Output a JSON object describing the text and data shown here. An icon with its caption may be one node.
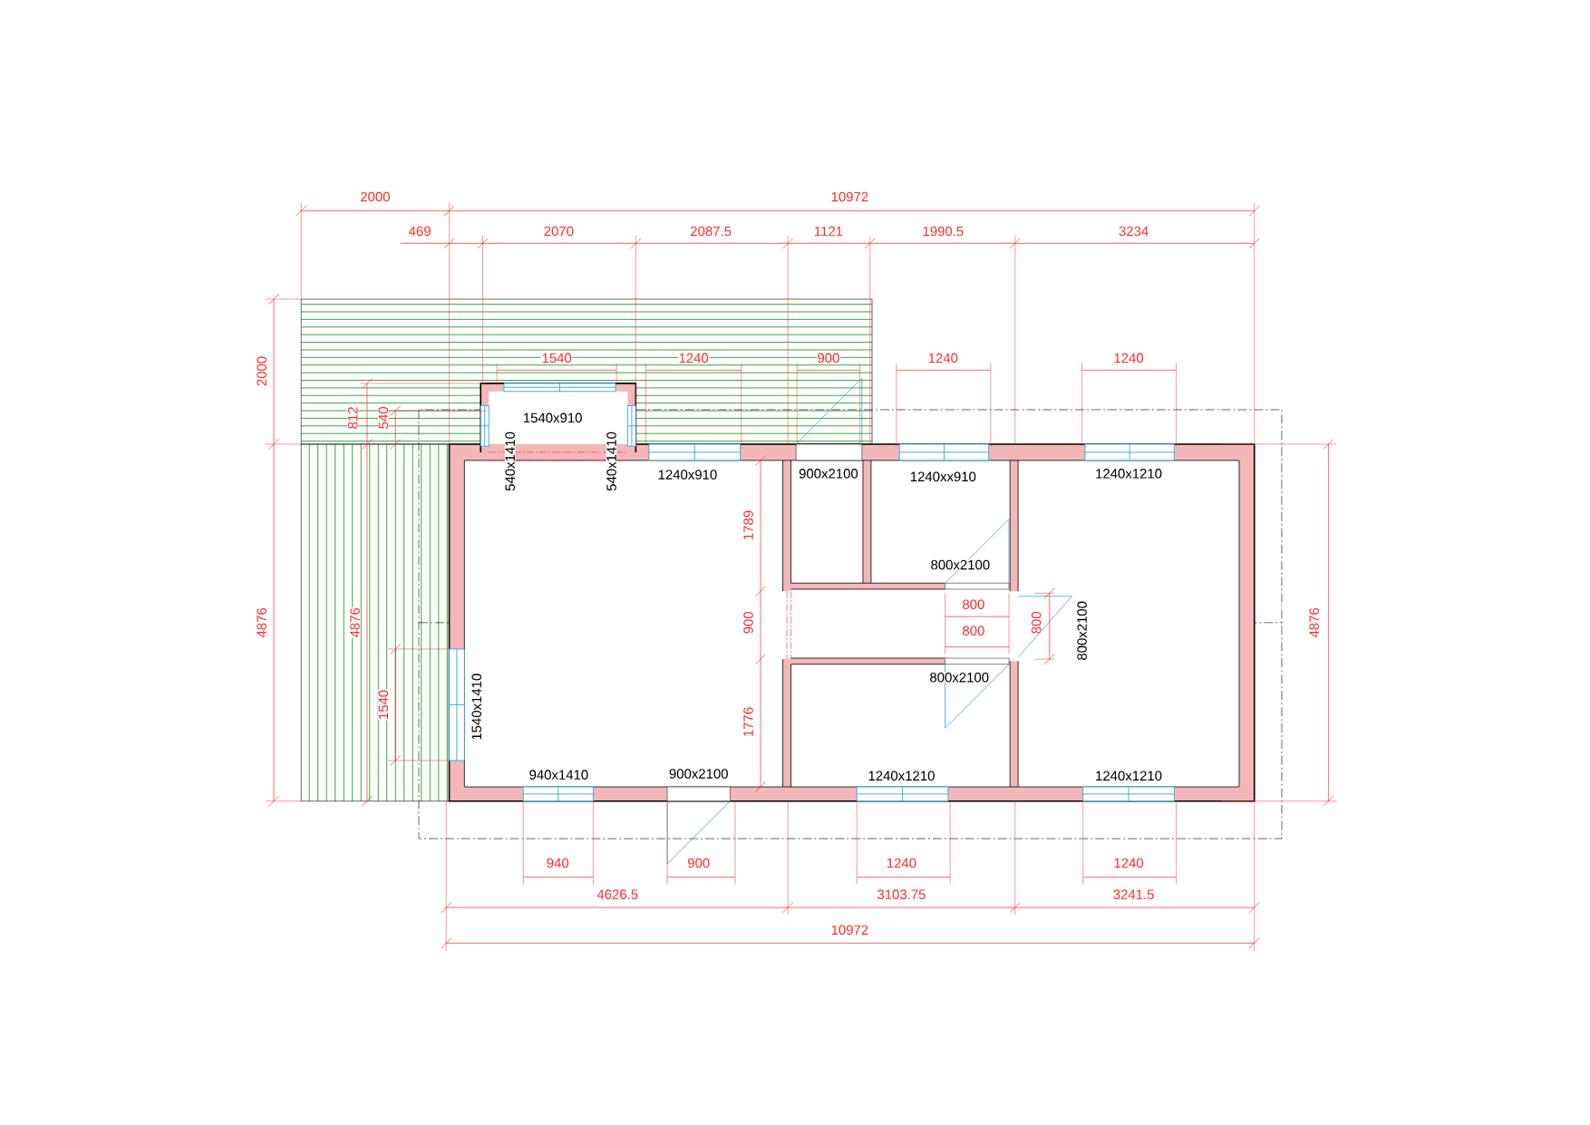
{
  "diagram": {
    "labels": [
      "2000",
      "10972",
      "469",
      "2070",
      "2087.5",
      "1121",
      "1990.5",
      "3234",
      "1540",
      "1240",
      "900",
      "1240",
      "1240",
      "2000",
      "812",
      "540",
      "1540x910",
      "540x1410",
      "540x1410",
      "1240x910",
      "900x2100",
      "1240xx910",
      "1240x1210",
      "1789",
      "800x2100",
      "800",
      "4876",
      "4876",
      "900",
      "800",
      "800x2100",
      "4876",
      "800",
      "800x2100",
      "1540",
      "1540x1410",
      "1776",
      "940x1410",
      "900x2100",
      "1240x1210",
      "1240x1210",
      "940",
      "900",
      "1240",
      "1240",
      "4626.5",
      "3103.75",
      "3241.5",
      "10972"
    ]
  }
}
